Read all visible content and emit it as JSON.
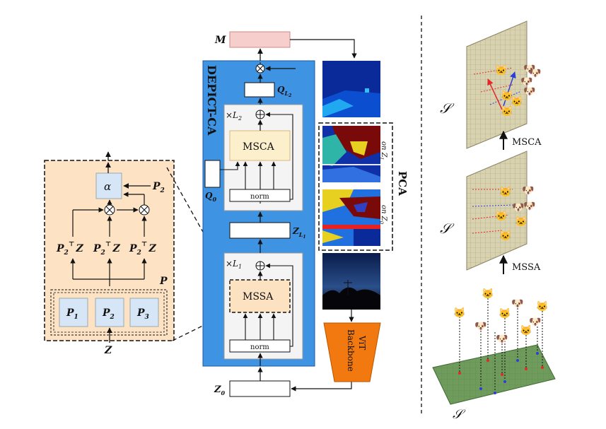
{
  "labels": {
    "M": "M",
    "Z0": "Z",
    "Z0_sub": "0",
    "ZL1": "Z",
    "ZL1_sub": "L",
    "ZL1_subsub": "1",
    "QL2": "Q",
    "QL2_sub": "L",
    "QL2_subsub": "2",
    "Q0": "Q",
    "Q0_sub": "0",
    "xL2": "×L",
    "xL2_sub": "2",
    "xL1": "×L",
    "xL1_sub": "1",
    "msca": "MSCA",
    "mssa": "MSSA",
    "norm_top": "norm",
    "norm_bottom": "norm",
    "depict": "DEPICT-CA",
    "vit": "ViT",
    "backbone": "Backbone",
    "pca": "PCA",
    "on_zl": "on Z",
    "on_zl_sub": "L",
    "on_z0": "on Z",
    "on_z0_sub": "0",
    "alpha": "α",
    "P2_right": "P",
    "P2_right_sub": "2",
    "P_cap": "P",
    "proj": "P",
    "proj_sub": "2",
    "proj_sup": "⊤",
    "proj_Z": "Z",
    "P1": "P",
    "P1_sub": "1",
    "P2": "P",
    "P2_sub": "2",
    "P3": "P",
    "P3_sub": "3",
    "Z_in": "Z",
    "S": "𝒮",
    "arrow_msca": "MSCA",
    "arrow_mssa": "MSSA"
  },
  "colors": {
    "depict_blue": "#3e93e3",
    "inner_gray": "#f4f4f4",
    "msca_fill": "#fcefcc",
    "mssa_fill": "#fde2c2",
    "m_box": "#f6cfcd",
    "vit_orange": "#f2790f",
    "left_panel": "#fde2c4",
    "p_box": "#d6e6f6",
    "grid_plane": "#d9d2b1",
    "ground_plane": "#6f9c5c"
  }
}
